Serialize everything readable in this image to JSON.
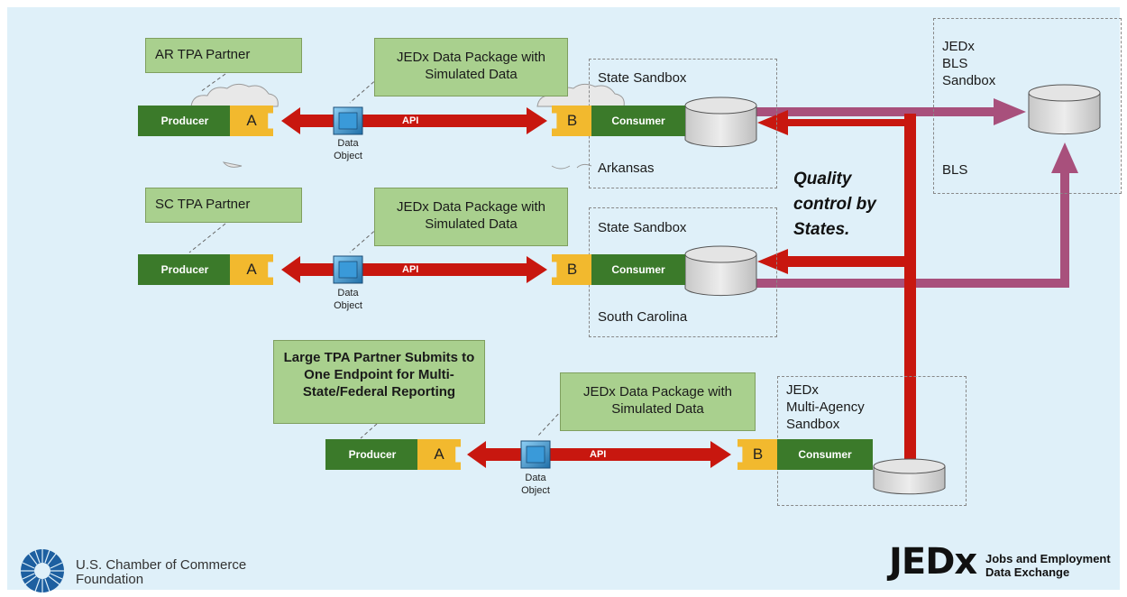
{
  "callouts": {
    "ar_partner": "AR TPA Partner",
    "sc_partner": "SC TPA Partner",
    "package_1": "JEDx Data Package with Simulated Data",
    "package_2": "JEDx Data Package with Simulated Data",
    "package_3": "JEDx Data Package with Simulated Data",
    "large_partner": "Large TPA Partner Submits to One Endpoint for Multi-State/Federal Reporting"
  },
  "flows": [
    {
      "producer": "Producer",
      "a": "A",
      "api": "API",
      "object": "Data\nObject",
      "b": "B",
      "consumer": "Consumer"
    },
    {
      "producer": "Producer",
      "a": "A",
      "api": "API",
      "object": "Data\nObject",
      "b": "B",
      "consumer": "Consumer"
    },
    {
      "producer": "Producer",
      "a": "A",
      "api": "API",
      "object": "Data\nObject",
      "b": "B",
      "consumer": "Consumer"
    }
  ],
  "sandboxes": {
    "arkansas": {
      "title": "State Sandbox",
      "name": "Arkansas"
    },
    "south_carolina": {
      "title": "State Sandbox",
      "name": "South Carolina"
    },
    "bls": {
      "title": "JEDx\nBLS\nSandbox",
      "name": "BLS"
    },
    "multi_agency": {
      "title": "JEDx\nMulti-Agency\nSandbox"
    }
  },
  "quality_note": "Quality\ncontrol by\nStates.",
  "footer": {
    "chamber": "U.S. Chamber of Commerce\nFoundation",
    "jedx_logo": "JEDx",
    "jedx_tagline": "Jobs and Employment\nData Exchange"
  },
  "colors": {
    "background": "#dff0f9",
    "callout_green": "#a9d08e",
    "producer_green": "#3b7a2a",
    "connector_yellow": "#f2b92e",
    "api_red": "#c00000",
    "data_link_purple": "#a8507c",
    "data_object_blue": "#3a9ad9",
    "database_gray": "#d9d9d9"
  },
  "icons": [
    "cloud-icon",
    "data-object-icon",
    "database-icon",
    "chamber-sunburst-icon"
  ]
}
